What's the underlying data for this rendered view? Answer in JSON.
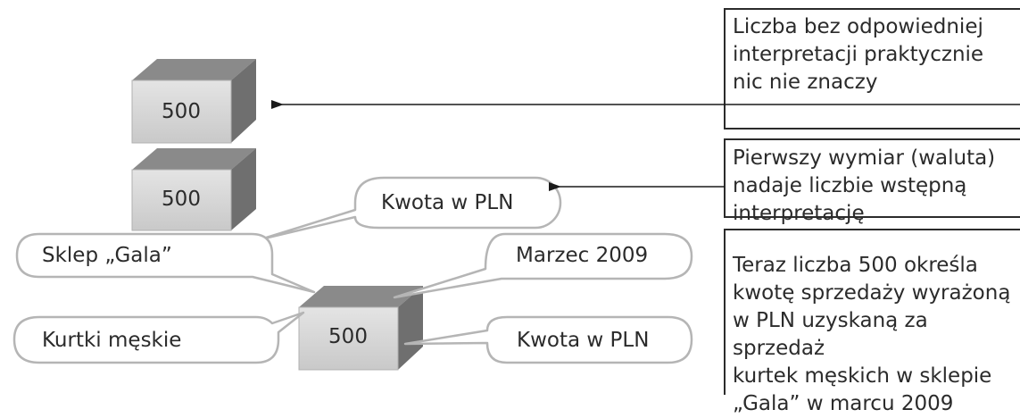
{
  "cubes": [
    {
      "value": "500"
    },
    {
      "value": "500"
    },
    {
      "value": "500"
    }
  ],
  "bubbles": {
    "kwota_mid": "Kwota w PLN",
    "sklep": "Sklep „Gala”",
    "kurtki": "Kurtki męskie",
    "marzec": "Marzec 2009",
    "kwota_bottom": "Kwota w PLN"
  },
  "notes": {
    "top": "Liczba bez odpowiedniej\ninterpretacji praktycznie\nnic nie znaczy",
    "middle": "Pierwszy wymiar (waluta)\nnadaje liczbie wstępną\ninterpretację",
    "bottom": "Teraz liczba 500 określa\nkwotę sprzedaży wyrażoną\nw PLN uzyskaną za sprzedaż\nkurtek męskich w sklepie\n„Gala” w marcu 2009"
  },
  "colors": {
    "cube_front": "#d4d4d4",
    "cube_top": "#8a8a8a",
    "cube_side": "#6e6e6e",
    "bubble_stroke": "#b5b5b5",
    "note_border": "#2b2b2b",
    "text": "#2b2b2b"
  }
}
